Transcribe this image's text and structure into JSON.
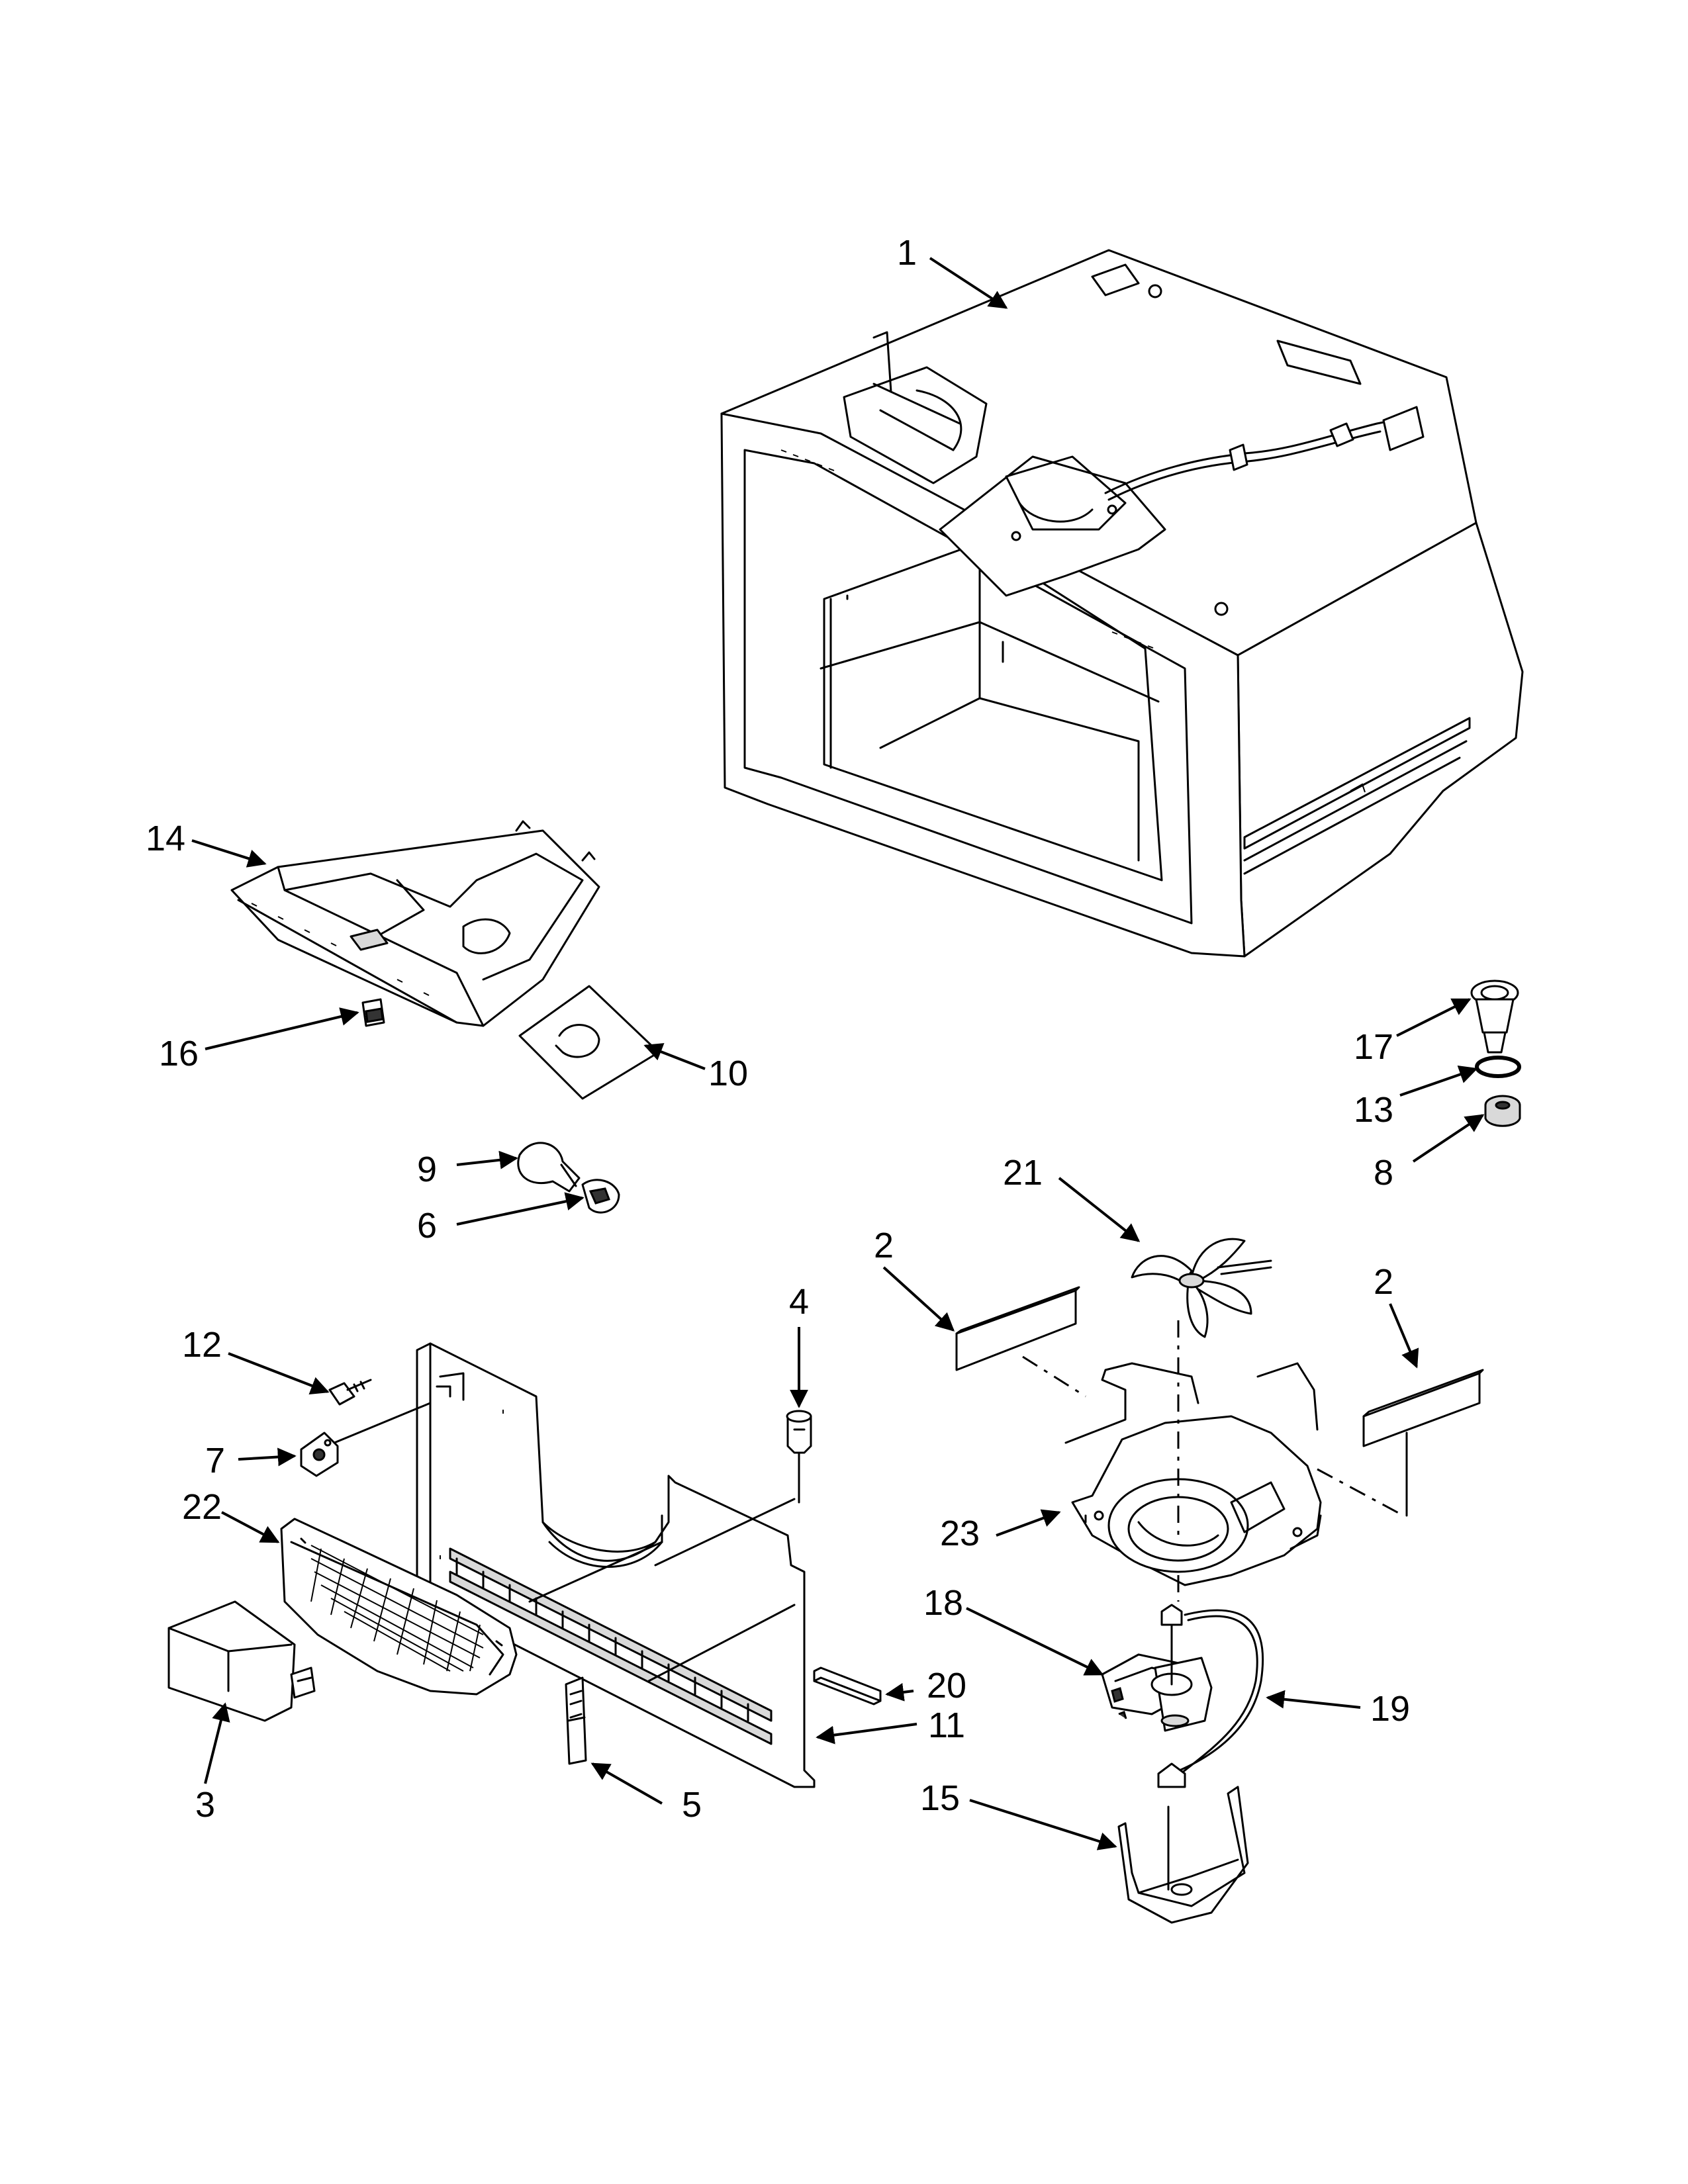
{
  "callouts": {
    "c1": "1",
    "c2a": "2",
    "c2b": "2",
    "c3": "3",
    "c4": "4",
    "c5": "5",
    "c6": "6",
    "c7": "7",
    "c8": "8",
    "c9": "9",
    "c10": "10",
    "c11": "11",
    "c12": "12",
    "c13": "13",
    "c14": "14",
    "c15": "15",
    "c16": "16",
    "c17": "17",
    "c18": "18",
    "c19": "19",
    "c20": "20",
    "c21": "21",
    "c22": "22",
    "c23": "23"
  }
}
